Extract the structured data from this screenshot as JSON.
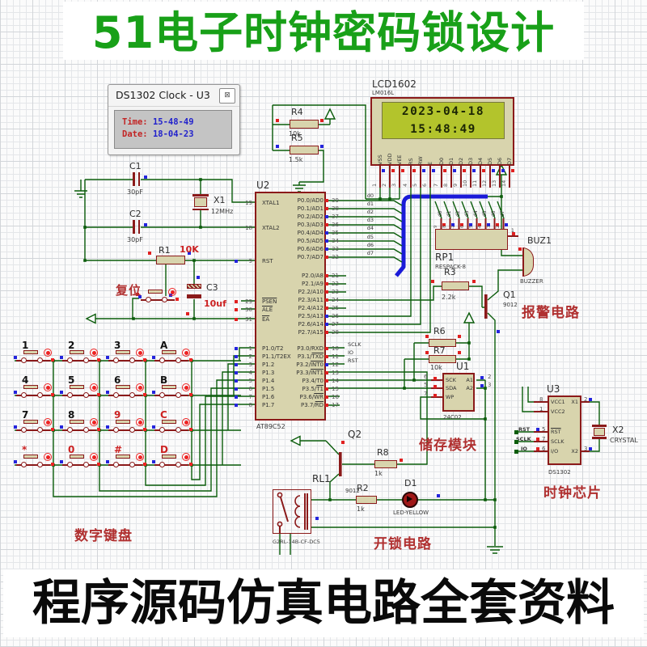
{
  "title": {
    "text": "51电子时钟密码锁设计",
    "color": "#18A018"
  },
  "footer": {
    "text": "程序源码仿真电路全套资料"
  },
  "clock_window": {
    "title": "DS1302 Clock - U3",
    "button_glyph": "⊠",
    "time_label": "Time:",
    "time_value": "15-48-49",
    "date_label": "Date:",
    "date_value": "18-04-23"
  },
  "lcd": {
    "name": "LCD1602",
    "part": "LM016L",
    "line1": "2023-04-18",
    "line2": "15:48:49",
    "pins": [
      {
        "num": "1",
        "name": "VSS",
        "mk": "b"
      },
      {
        "num": "2",
        "name": "VDD",
        "mk": "r"
      },
      {
        "num": "3",
        "name": "VEE",
        "mk": "r"
      },
      {
        "num": "4",
        "name": "RS",
        "mk": "r"
      },
      {
        "num": "5",
        "name": "RW",
        "mk": "b"
      },
      {
        "num": "6",
        "name": "E",
        "mk": "b"
      },
      {
        "num": "7",
        "name": "D0",
        "mk": "r"
      },
      {
        "num": "8",
        "name": "D1",
        "mk": "b"
      },
      {
        "num": "9",
        "name": "D2",
        "mk": "r"
      },
      {
        "num": "10",
        "name": "D3",
        "mk": "b"
      },
      {
        "num": "11",
        "name": "D4",
        "mk": "r"
      },
      {
        "num": "12",
        "name": "D5",
        "mk": "b"
      },
      {
        "num": "13",
        "name": "D6",
        "mk": "b"
      },
      {
        "num": "14",
        "name": "D7",
        "mk": "r"
      }
    ]
  },
  "mcu": {
    "ref": "U2",
    "part": "AT89C52",
    "left_main": [
      {
        "num": "19",
        "name": "XTAL1",
        "over": "",
        "mk": ""
      },
      {
        "num": "18",
        "name": "XTAL2",
        "over": "",
        "mk": ""
      },
      {
        "num": "9",
        "name": "RST",
        "over": "",
        "mk": "b"
      }
    ],
    "ctrl": [
      {
        "num": "29",
        "name": "",
        "over": "PSEN",
        "mk": "r"
      },
      {
        "num": "30",
        "name": "",
        "over": "ALE",
        "mk": "r"
      },
      {
        "num": "31",
        "name": "",
        "over": "EA",
        "mk": "r"
      }
    ],
    "p1": [
      {
        "num": "1",
        "name": "P1.0/T2",
        "over": "",
        "mk": "b"
      },
      {
        "num": "2",
        "name": "P1.1/T2EX",
        "over": "",
        "mk": "b"
      },
      {
        "num": "3",
        "name": "P1.2",
        "over": "",
        "mk": "b"
      },
      {
        "num": "4",
        "name": "P1.3",
        "over": "",
        "mk": "b"
      },
      {
        "num": "5",
        "name": "P1.4",
        "over": "",
        "mk": "b"
      },
      {
        "num": "6",
        "name": "P1.5",
        "over": "",
        "mk": "b"
      },
      {
        "num": "7",
        "name": "P1.6",
        "over": "",
        "mk": "b"
      },
      {
        "num": "8",
        "name": "P1.7",
        "over": "",
        "mk": "b"
      }
    ],
    "p0": [
      {
        "num": "39",
        "name": "P0.0/AD0",
        "over": "",
        "mk": "r"
      },
      {
        "num": "38",
        "name": "P0.1/AD1",
        "over": "",
        "mk": "r"
      },
      {
        "num": "37",
        "name": "P0.2/AD2",
        "over": "",
        "mk": "b"
      },
      {
        "num": "36",
        "name": "P0.3/AD3",
        "over": "",
        "mk": "r"
      },
      {
        "num": "35",
        "name": "P0.4/AD4",
        "over": "",
        "mk": "b"
      },
      {
        "num": "34",
        "name": "P0.5/AD5",
        "over": "",
        "mk": "b"
      },
      {
        "num": "33",
        "name": "P0.6/AD6",
        "over": "",
        "mk": "b"
      },
      {
        "num": "32",
        "name": "P0.7/AD7",
        "over": "",
        "mk": "r"
      }
    ],
    "p2": [
      {
        "num": "21",
        "name": "P2.0/A8",
        "over": "",
        "mk": "r"
      },
      {
        "num": "22",
        "name": "P2.1/A9",
        "over": "",
        "mk": "r"
      },
      {
        "num": "23",
        "name": "P2.2/A10",
        "over": "",
        "mk": "r"
      },
      {
        "num": "24",
        "name": "P2.3/A11",
        "over": "",
        "mk": "r"
      },
      {
        "num": "25",
        "name": "P2.4/A12",
        "over": "",
        "mk": "r"
      },
      {
        "num": "26",
        "name": "P2.5/A13",
        "over": "",
        "mk": "b"
      },
      {
        "num": "27",
        "name": "P2.6/A14",
        "over": "",
        "mk": "b"
      },
      {
        "num": "28",
        "name": "P2.7/A15",
        "over": "",
        "mk": "r"
      }
    ],
    "p3": [
      {
        "num": "10",
        "name": "P3.0/RXD",
        "over": "",
        "mk": "r"
      },
      {
        "num": "11",
        "name": "P3.1/",
        "over": "TXD",
        "mk": "r"
      },
      {
        "num": "12",
        "name": "P3.2/",
        "over": "INT0",
        "mk": "b"
      },
      {
        "num": "13",
        "name": "P3.3/",
        "over": "INT1",
        "mk": "r"
      },
      {
        "num": "14",
        "name": "P3.4/T0",
        "over": "",
        "mk": "r"
      },
      {
        "num": "15",
        "name": "P3.5/",
        "over": "T1",
        "mk": "r"
      },
      {
        "num": "16",
        "name": "P3.6/",
        "over": "WR",
        "mk": "r"
      },
      {
        "num": "17",
        "name": "P3.7/",
        "over": "RD",
        "mk": "r"
      }
    ]
  },
  "bus_labels": [
    "d0",
    "d1",
    "d2",
    "d3",
    "d4",
    "d5",
    "d6",
    "d7"
  ],
  "rp1_nums": [
    "9",
    "8",
    "7",
    "6",
    "5",
    "4",
    "3",
    "2"
  ],
  "p3_labels": [
    "SCLK",
    "IO",
    "RST"
  ],
  "rp1": {
    "ref": "RP1",
    "part": "RESPACK-8",
    "common_pin": "1"
  },
  "resistors": {
    "r1": {
      "ref": "R1",
      "value": "10K"
    },
    "r2": {
      "ref": "R2",
      "value": "1k"
    },
    "r3": {
      "ref": "R3",
      "value": "2.2k"
    },
    "r4": {
      "ref": "R4",
      "value": "10k"
    },
    "r5": {
      "ref": "R5",
      "value": "1.5k"
    },
    "r6": {
      "ref": "R6"
    },
    "r7": {
      "ref": "R7"
    },
    "r67_value": "10k",
    "r8": {
      "ref": "R8",
      "value": "1k"
    }
  },
  "capacitors": {
    "c1": {
      "ref": "C1",
      "value": "30pF"
    },
    "c2": {
      "ref": "C2",
      "value": "30pF"
    },
    "c3": {
      "ref": "C3",
      "value": "10uf"
    }
  },
  "crystals": {
    "x1": {
      "ref": "X1",
      "value": "12MHz"
    },
    "x2": {
      "ref": "X2",
      "value": "CRYSTAL"
    }
  },
  "buzzer": {
    "ref": "BUZ1",
    "part": "BUZZER"
  },
  "transistors": {
    "q1": {
      "ref": "Q1",
      "part": "9012"
    },
    "q2": {
      "ref": "Q2",
      "part": "9012"
    }
  },
  "eeprom": {
    "ref": "U1",
    "part": "24C02",
    "left_pins": [
      {
        "num": "6",
        "name": "SCK"
      },
      {
        "num": "5",
        "name": "SDA"
      },
      {
        "num": "7",
        "name": "WP"
      }
    ],
    "right_pins": [
      {
        "num": "2",
        "name": "A1"
      },
      {
        "num": "3",
        "name": "A2"
      }
    ]
  },
  "rtc": {
    "ref": "U3",
    "part": "DS1302",
    "left_pins": [
      {
        "num": "8",
        "name": "VCC1",
        "over": ""
      },
      {
        "num": "1",
        "name": "VCC2",
        "over": ""
      },
      {
        "num": "5",
        "name": "",
        "over": "RST"
      },
      {
        "num": "7",
        "name": "SCLK",
        "over": ""
      },
      {
        "num": "6",
        "name": "I/O",
        "over": ""
      }
    ],
    "right_pins": [
      {
        "num": "2",
        "name": "X1"
      },
      {
        "num": "3",
        "name": "X2"
      }
    ],
    "wire_labels": [
      "RST",
      "SCLK",
      "IO"
    ]
  },
  "relay": {
    "ref": "RL1",
    "part": "G2RL-14B-CF-DC5"
  },
  "led": {
    "ref": "D1",
    "part": "LED-YELLOW"
  },
  "annotations": {
    "reset": "复位",
    "alarm": "报警电路",
    "storage": "储存模块",
    "clock_chip": "时钟芯片",
    "keypad": "数字键盘",
    "unlock": "开锁电路"
  },
  "keypad": {
    "keys": [
      {
        "label": "1",
        "kc": "k"
      },
      {
        "label": "2",
        "kc": "k"
      },
      {
        "label": "3",
        "kc": "k"
      },
      {
        "label": "A",
        "kc": "k"
      },
      {
        "label": "4",
        "kc": "k"
      },
      {
        "label": "5",
        "kc": "k"
      },
      {
        "label": "6",
        "kc": "k"
      },
      {
        "label": "B",
        "kc": "k"
      },
      {
        "label": "7",
        "kc": "k"
      },
      {
        "label": "8",
        "kc": "k"
      },
      {
        "label": "9",
        "kc": "r"
      },
      {
        "label": "C",
        "kc": "r"
      },
      {
        "label": "*",
        "kc": "r"
      },
      {
        "label": "0",
        "kc": "r"
      },
      {
        "label": "#",
        "kc": "r"
      },
      {
        "label": "D",
        "kc": "r"
      }
    ]
  },
  "colors": {
    "wire": "#0b5c0b",
    "bus": "#1a1ad8",
    "component_border": "#8b1a1a",
    "component_fill": "#d8d4ad",
    "annotation_red": "#b03030",
    "title_green": "#18A018",
    "lcd_screen": "#b3c42c"
  }
}
